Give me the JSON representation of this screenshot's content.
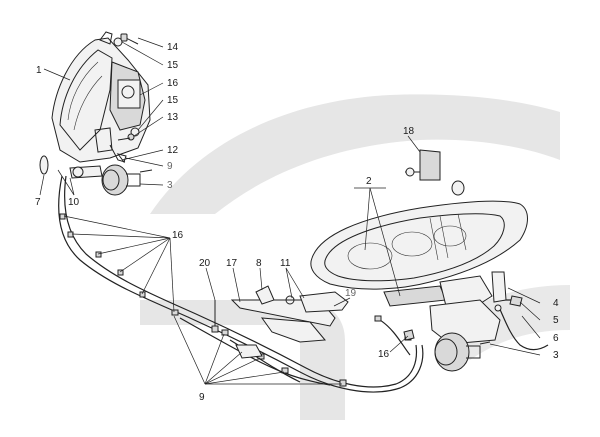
{
  "diagram": {
    "watermark_color": "#e3e3e3",
    "line_color": "#222222",
    "callouts": [
      {
        "id": "c1",
        "text": "1"
      },
      {
        "id": "c14",
        "text": "14"
      },
      {
        "id": "c15a",
        "text": "15"
      },
      {
        "id": "c16a",
        "text": "16"
      },
      {
        "id": "c15b",
        "text": "15"
      },
      {
        "id": "c13",
        "text": "13"
      },
      {
        "id": "c12",
        "text": "12"
      },
      {
        "id": "c9a",
        "text": "9"
      },
      {
        "id": "c3a",
        "text": "3"
      },
      {
        "id": "c7",
        "text": "7"
      },
      {
        "id": "c10",
        "text": "10"
      },
      {
        "id": "c18",
        "text": "18"
      },
      {
        "id": "c2",
        "text": "2"
      },
      {
        "id": "c16b",
        "text": "16"
      },
      {
        "id": "c20",
        "text": "20"
      },
      {
        "id": "c17",
        "text": "17"
      },
      {
        "id": "c8",
        "text": "8"
      },
      {
        "id": "c11",
        "text": "11"
      },
      {
        "id": "c19",
        "text": "19"
      },
      {
        "id": "c4",
        "text": "4"
      },
      {
        "id": "c5",
        "text": "5"
      },
      {
        "id": "c6",
        "text": "6"
      },
      {
        "id": "c3b",
        "text": "3"
      },
      {
        "id": "c16c",
        "text": "16"
      },
      {
        "id": "c9b",
        "text": "9"
      }
    ]
  }
}
